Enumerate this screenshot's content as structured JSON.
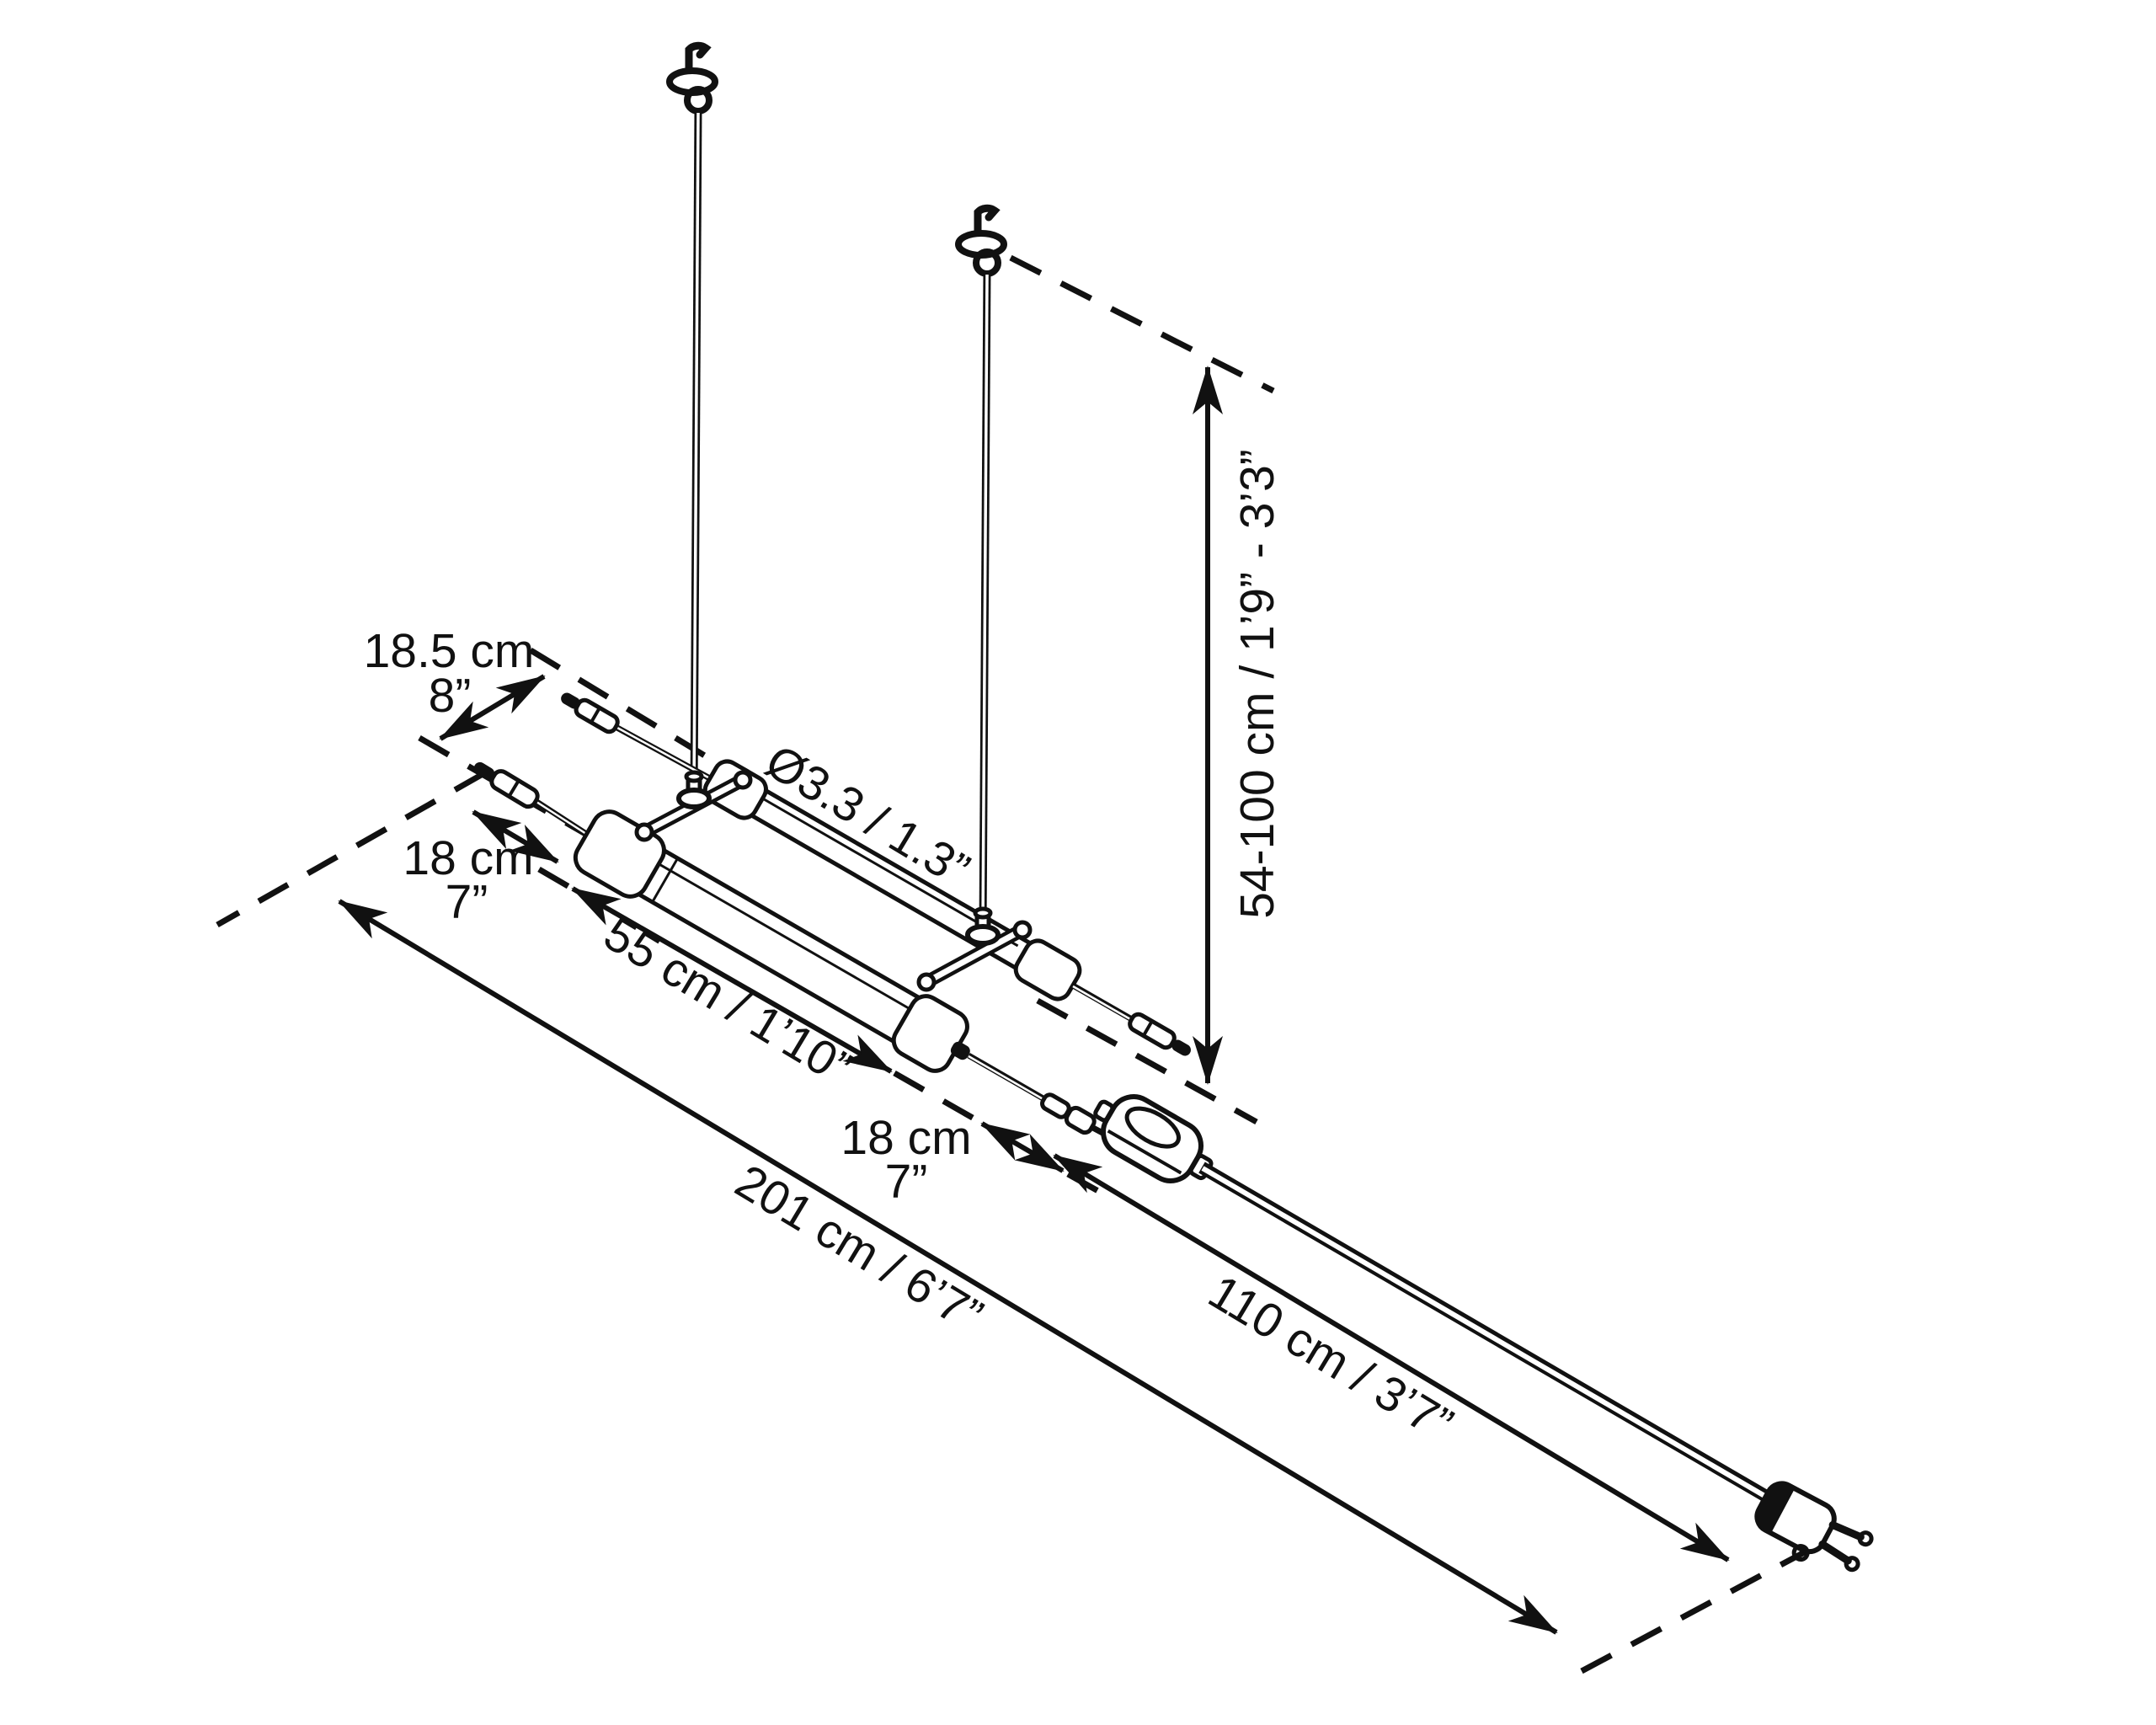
{
  "diagram": {
    "background": "#ffffff",
    "stroke_color": "#111111",
    "labels": {
      "depth_metric": "18.5 cm",
      "depth_imperial": "8”",
      "left_offset_metric": "18 cm",
      "left_offset_imperial": "7”",
      "lamp_length": "55 cm / 1’10”",
      "tube_diameter": "Ø3.3 / 1.3”",
      "right_offset_metric": "18 cm",
      "right_offset_imperial": "7”",
      "total_length": "201 cm / 6’7”",
      "cord_length": "110 cm / 3’7”",
      "hanging_height": "54-100 cm / 1’9” - 3’3”"
    }
  }
}
